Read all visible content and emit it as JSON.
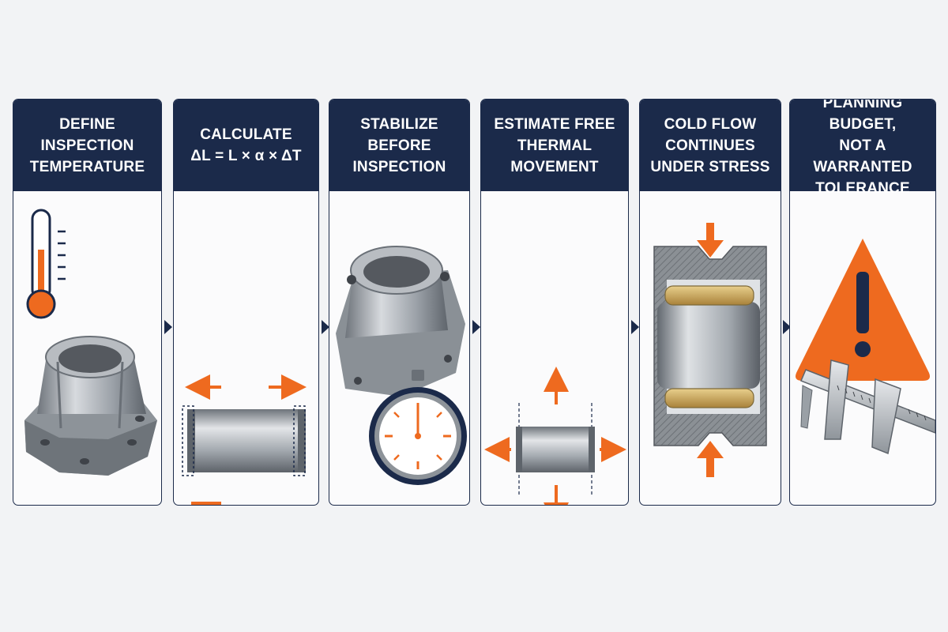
{
  "colors": {
    "header": "#1b2a4a",
    "accent": "#ee6a1f",
    "brass": "#c9a45a",
    "metal": "#a7acb2"
  },
  "steps": [
    {
      "title": "DEFINE\nINSPECTION\nTEMPERATURE",
      "icons": [
        "thermometer-icon",
        "flanged-housing-icon"
      ]
    },
    {
      "title": "CALCULATE\nΔL = L × α × ΔT",
      "icons": [
        "cylinder-expansion-icon"
      ]
    },
    {
      "title": "STABILIZE\nBEFORE\nINSPECTION",
      "icons": [
        "flanged-housing-icon",
        "stopwatch-icon"
      ]
    },
    {
      "title": "ESTIMATE FREE\nTHERMAL\nMOVEMENT",
      "icons": [
        "free-expansion-arrows-icon"
      ]
    },
    {
      "title": "COLD FLOW\nCONTINUES\nUNDER STRESS",
      "icons": [
        "clamped-bearing-icon"
      ]
    },
    {
      "title": "PLANNING BUDGET,\nNOT A WARRANTED\nTOLERANCE",
      "icons": [
        "warning-triangle-icon",
        "caliper-icon"
      ]
    }
  ]
}
